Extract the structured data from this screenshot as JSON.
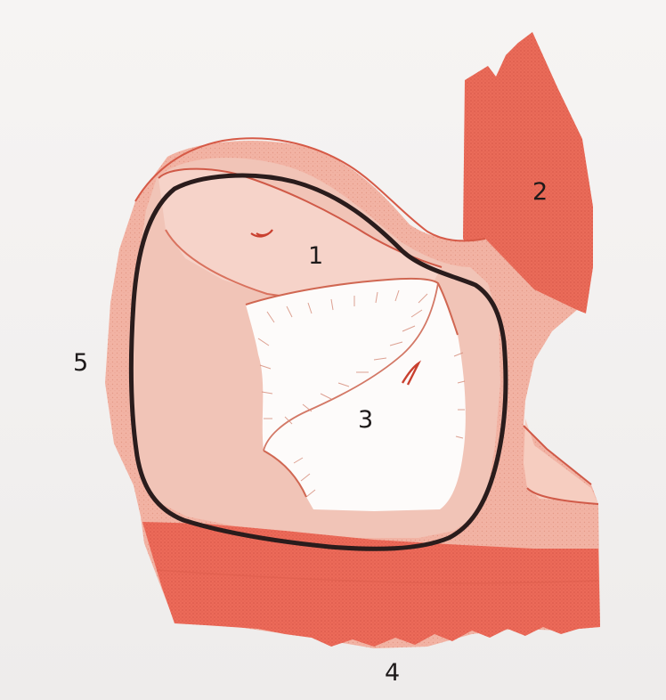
{
  "labels": {
    "l1": "1",
    "l2": "2",
    "l3": "3",
    "l4": "4",
    "l5": "5"
  },
  "colors": {
    "background": "#f3f1f0",
    "outer_wall": "#f2b3a4",
    "inner_wall": "#f1c4b7",
    "band_4": "#ec6a59",
    "structure_2": "#ea6b59",
    "central_region_3": "#fdfbfa",
    "outline_ring": "#2a1c1c"
  }
}
